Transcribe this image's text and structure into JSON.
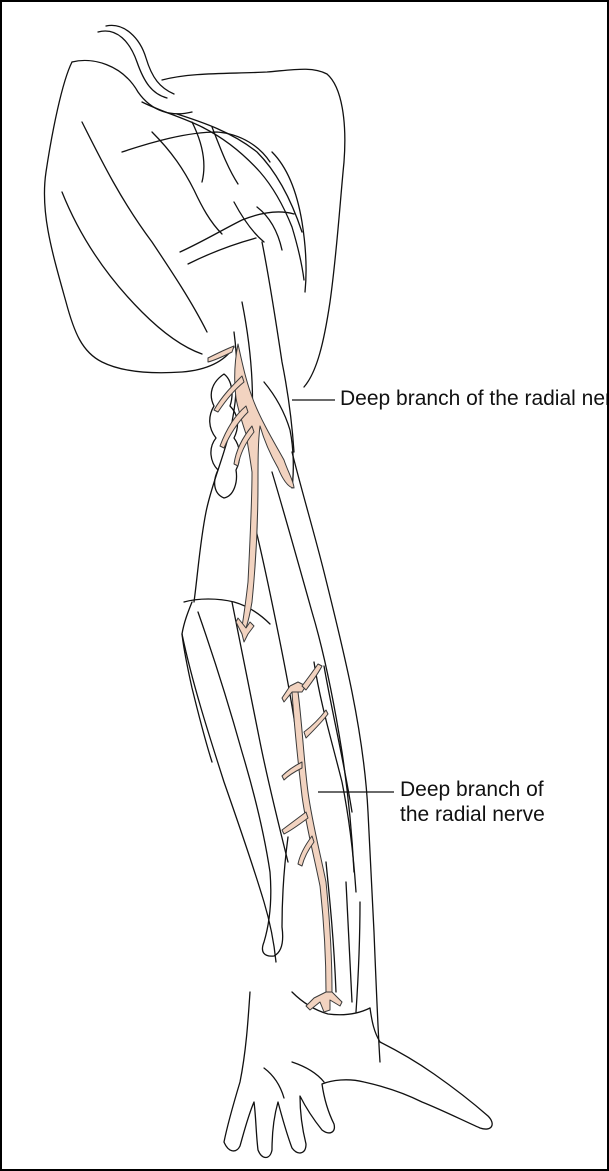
{
  "labels": {
    "upper": "Deep branch of the radial nerve",
    "lower_line1": "Deep branch of",
    "lower_line2": "the radial nerve"
  },
  "colors": {
    "outline": "#111111",
    "nerve_fill": "#f2d3c0",
    "nerve_stroke": "#3a3a3a",
    "background": "#ffffff",
    "border": "#000000"
  }
}
